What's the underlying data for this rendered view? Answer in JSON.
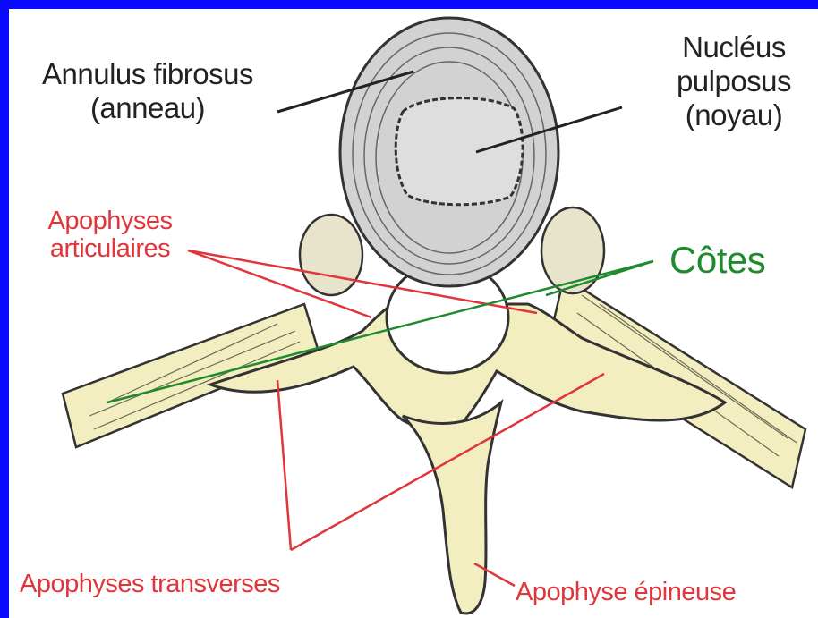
{
  "labels": {
    "annulus_line1": "Annulus fibrosus",
    "annulus_line2": "(anneau)",
    "nucleus_line1": "Nucléus",
    "nucleus_line2": "pulposus",
    "nucleus_line3": "(noyau)",
    "articular_line1": "Apophyses",
    "articular_line2": "articulaires",
    "ribs": "Côtes",
    "transverse": "Apophyses transverses",
    "spinous": "Apophyse épineuse"
  },
  "colors": {
    "frame": "#0a0aff",
    "black_label": "#222222",
    "red_label": "#e0353a",
    "green_label": "#1f8a2e",
    "bone": "#f3eec0",
    "disc": "#d2d2d2",
    "nucleus": "#dedede"
  }
}
